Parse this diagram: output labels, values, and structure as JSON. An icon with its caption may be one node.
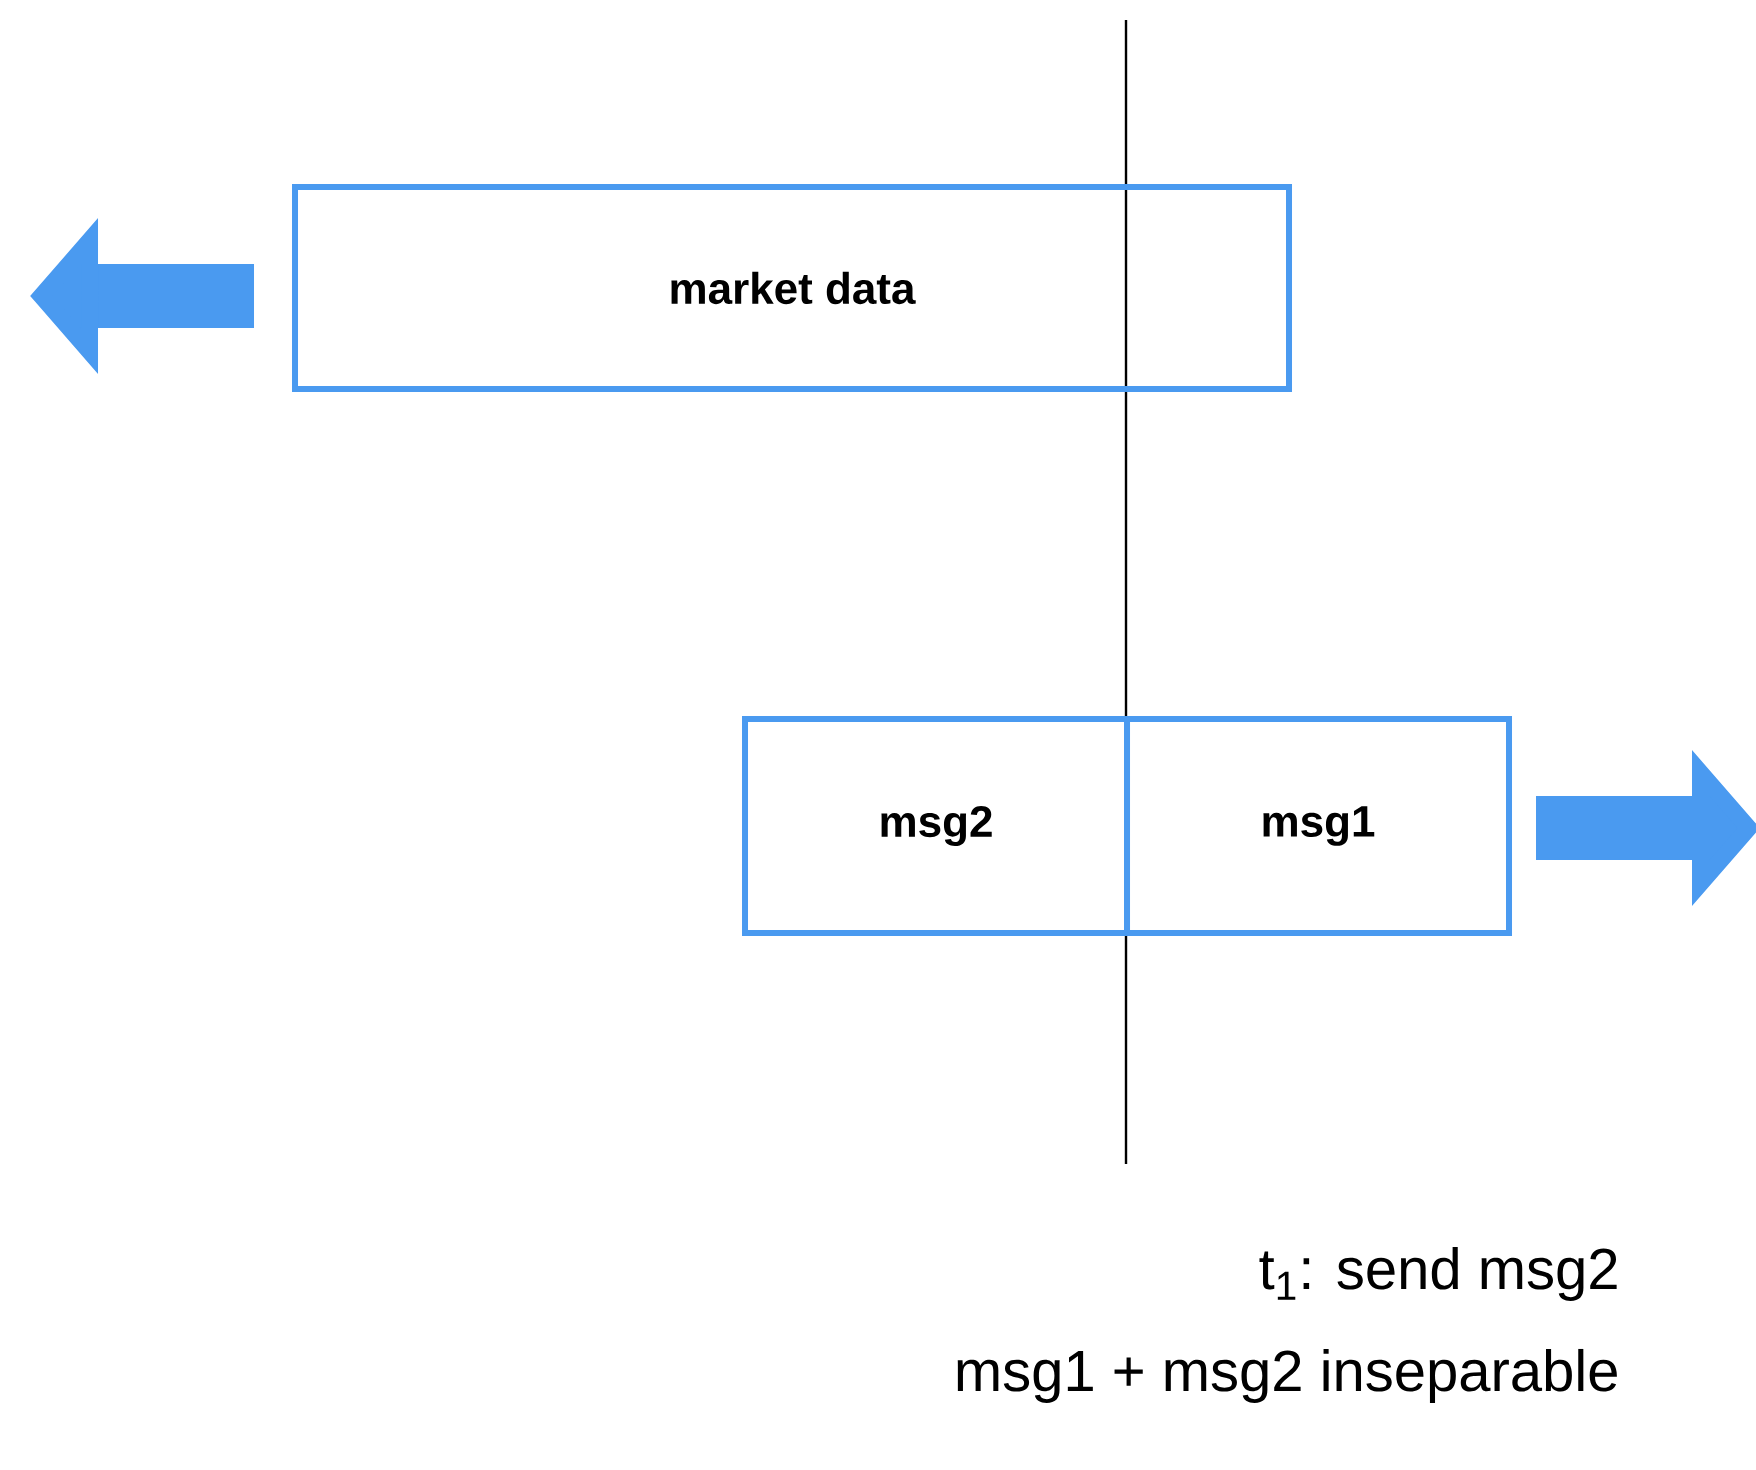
{
  "diagram": {
    "nodes": [
      {
        "text": [
          "market data"
        ]
      },
      {
        "text": [
          "msg2"
        ]
      },
      {
        "text": [
          "msg1"
        ]
      }
    ],
    "edges": [
      {
        "from": 0,
        "to": null,
        "arrow": "to"
      },
      {
        "from": 2,
        "to": null,
        "arrow": "to"
      }
    ],
    "labels": [
      "t$_{1}$: send msg2",
      "msg1 + msg2 inseparable"
    ]
  }
}
